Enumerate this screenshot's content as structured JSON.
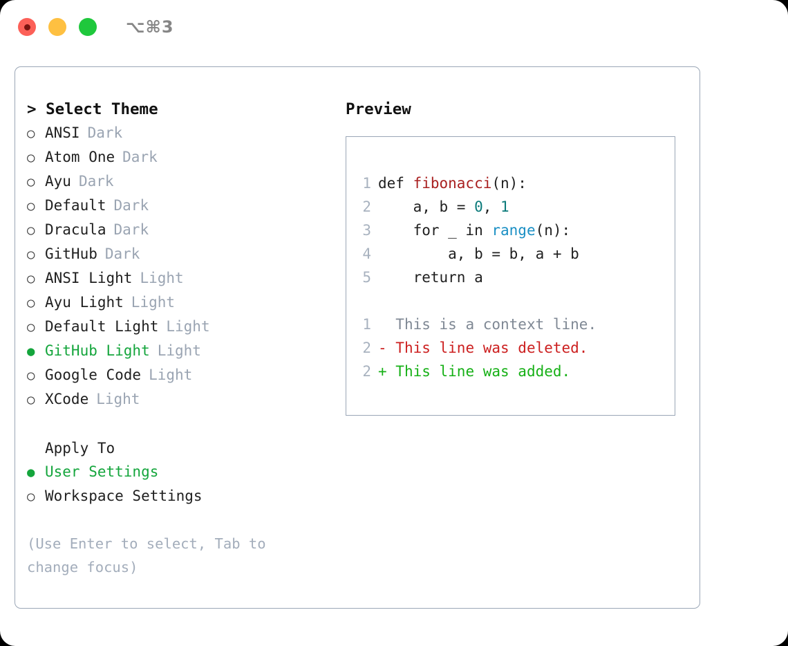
{
  "titlebar": {
    "shortcut": "⌥⌘3",
    "buttons": {
      "close": "close-button",
      "minimize": "minimize-button",
      "maximize": "maximize-button"
    }
  },
  "theme_pane": {
    "focus_prefix": ">",
    "title": "> Select Theme",
    "themes": [
      {
        "marker": "○",
        "name": "ANSI",
        "tag": "Dark",
        "selected": false
      },
      {
        "marker": "○",
        "name": "Atom One",
        "tag": "Dark",
        "selected": false
      },
      {
        "marker": "○",
        "name": "Ayu",
        "tag": "Dark",
        "selected": false
      },
      {
        "marker": "○",
        "name": "Default",
        "tag": "Dark",
        "selected": false
      },
      {
        "marker": "○",
        "name": "Dracula",
        "tag": "Dark",
        "selected": false
      },
      {
        "marker": "○",
        "name": "GitHub",
        "tag": "Dark",
        "selected": false
      },
      {
        "marker": "○",
        "name": "ANSI Light",
        "tag": "Light",
        "selected": false
      },
      {
        "marker": "○",
        "name": "Ayu Light",
        "tag": "Light",
        "selected": false
      },
      {
        "marker": "○",
        "name": "Default Light",
        "tag": "Light",
        "selected": false
      },
      {
        "marker": "●",
        "name": "GitHub Light",
        "tag": "Light",
        "selected": true
      },
      {
        "marker": "○",
        "name": "Google Code",
        "tag": "Light",
        "selected": false
      },
      {
        "marker": "○",
        "name": "XCode",
        "tag": "Light",
        "selected": false
      }
    ],
    "apply_to": {
      "label": "Apply To",
      "options": [
        {
          "marker": "●",
          "name": "User Settings",
          "selected": true
        },
        {
          "marker": "○",
          "name": "Workspace Settings",
          "selected": false
        }
      ]
    },
    "hint": "(Use Enter to select, Tab to change focus)"
  },
  "preview_pane": {
    "title": "Preview",
    "code": [
      {
        "no": "1",
        "segments": [
          {
            "text": "def ",
            "kind": "plain"
          },
          {
            "text": "fibonacci",
            "kind": "fn"
          },
          {
            "text": "(n):",
            "kind": "plain"
          }
        ]
      },
      {
        "no": "2",
        "segments": [
          {
            "text": "    a, b = ",
            "kind": "plain"
          },
          {
            "text": "0",
            "kind": "num"
          },
          {
            "text": ", ",
            "kind": "plain"
          },
          {
            "text": "1",
            "kind": "num"
          }
        ]
      },
      {
        "no": "3",
        "segments": [
          {
            "text": "    for _ in ",
            "kind": "plain"
          },
          {
            "text": "range",
            "kind": "builtin"
          },
          {
            "text": "(n):",
            "kind": "plain"
          }
        ]
      },
      {
        "no": "4",
        "segments": [
          {
            "text": "        a, b = b, a + b",
            "kind": "plain"
          }
        ]
      },
      {
        "no": "5",
        "segments": [
          {
            "text": "    return a",
            "kind": "plain"
          }
        ]
      }
    ],
    "diff": [
      {
        "no": "1",
        "prefix": "  ",
        "text": "This is a context line.",
        "kind": "context"
      },
      {
        "no": "2",
        "prefix": "- ",
        "text": "This line was deleted.",
        "kind": "deleted"
      },
      {
        "no": "2",
        "prefix": "+ ",
        "text": "This line was added.",
        "kind": "added"
      }
    ]
  },
  "colors": {
    "accent_green": "#14a53c",
    "muted": "#9aa4b2",
    "border": "#9aa6b6",
    "fn_red": "#a92020",
    "num_teal": "#0b7a7a",
    "builtin_blue": "#1a8fc4",
    "diff_add": "#16b016",
    "diff_del": "#cc1f1f"
  }
}
